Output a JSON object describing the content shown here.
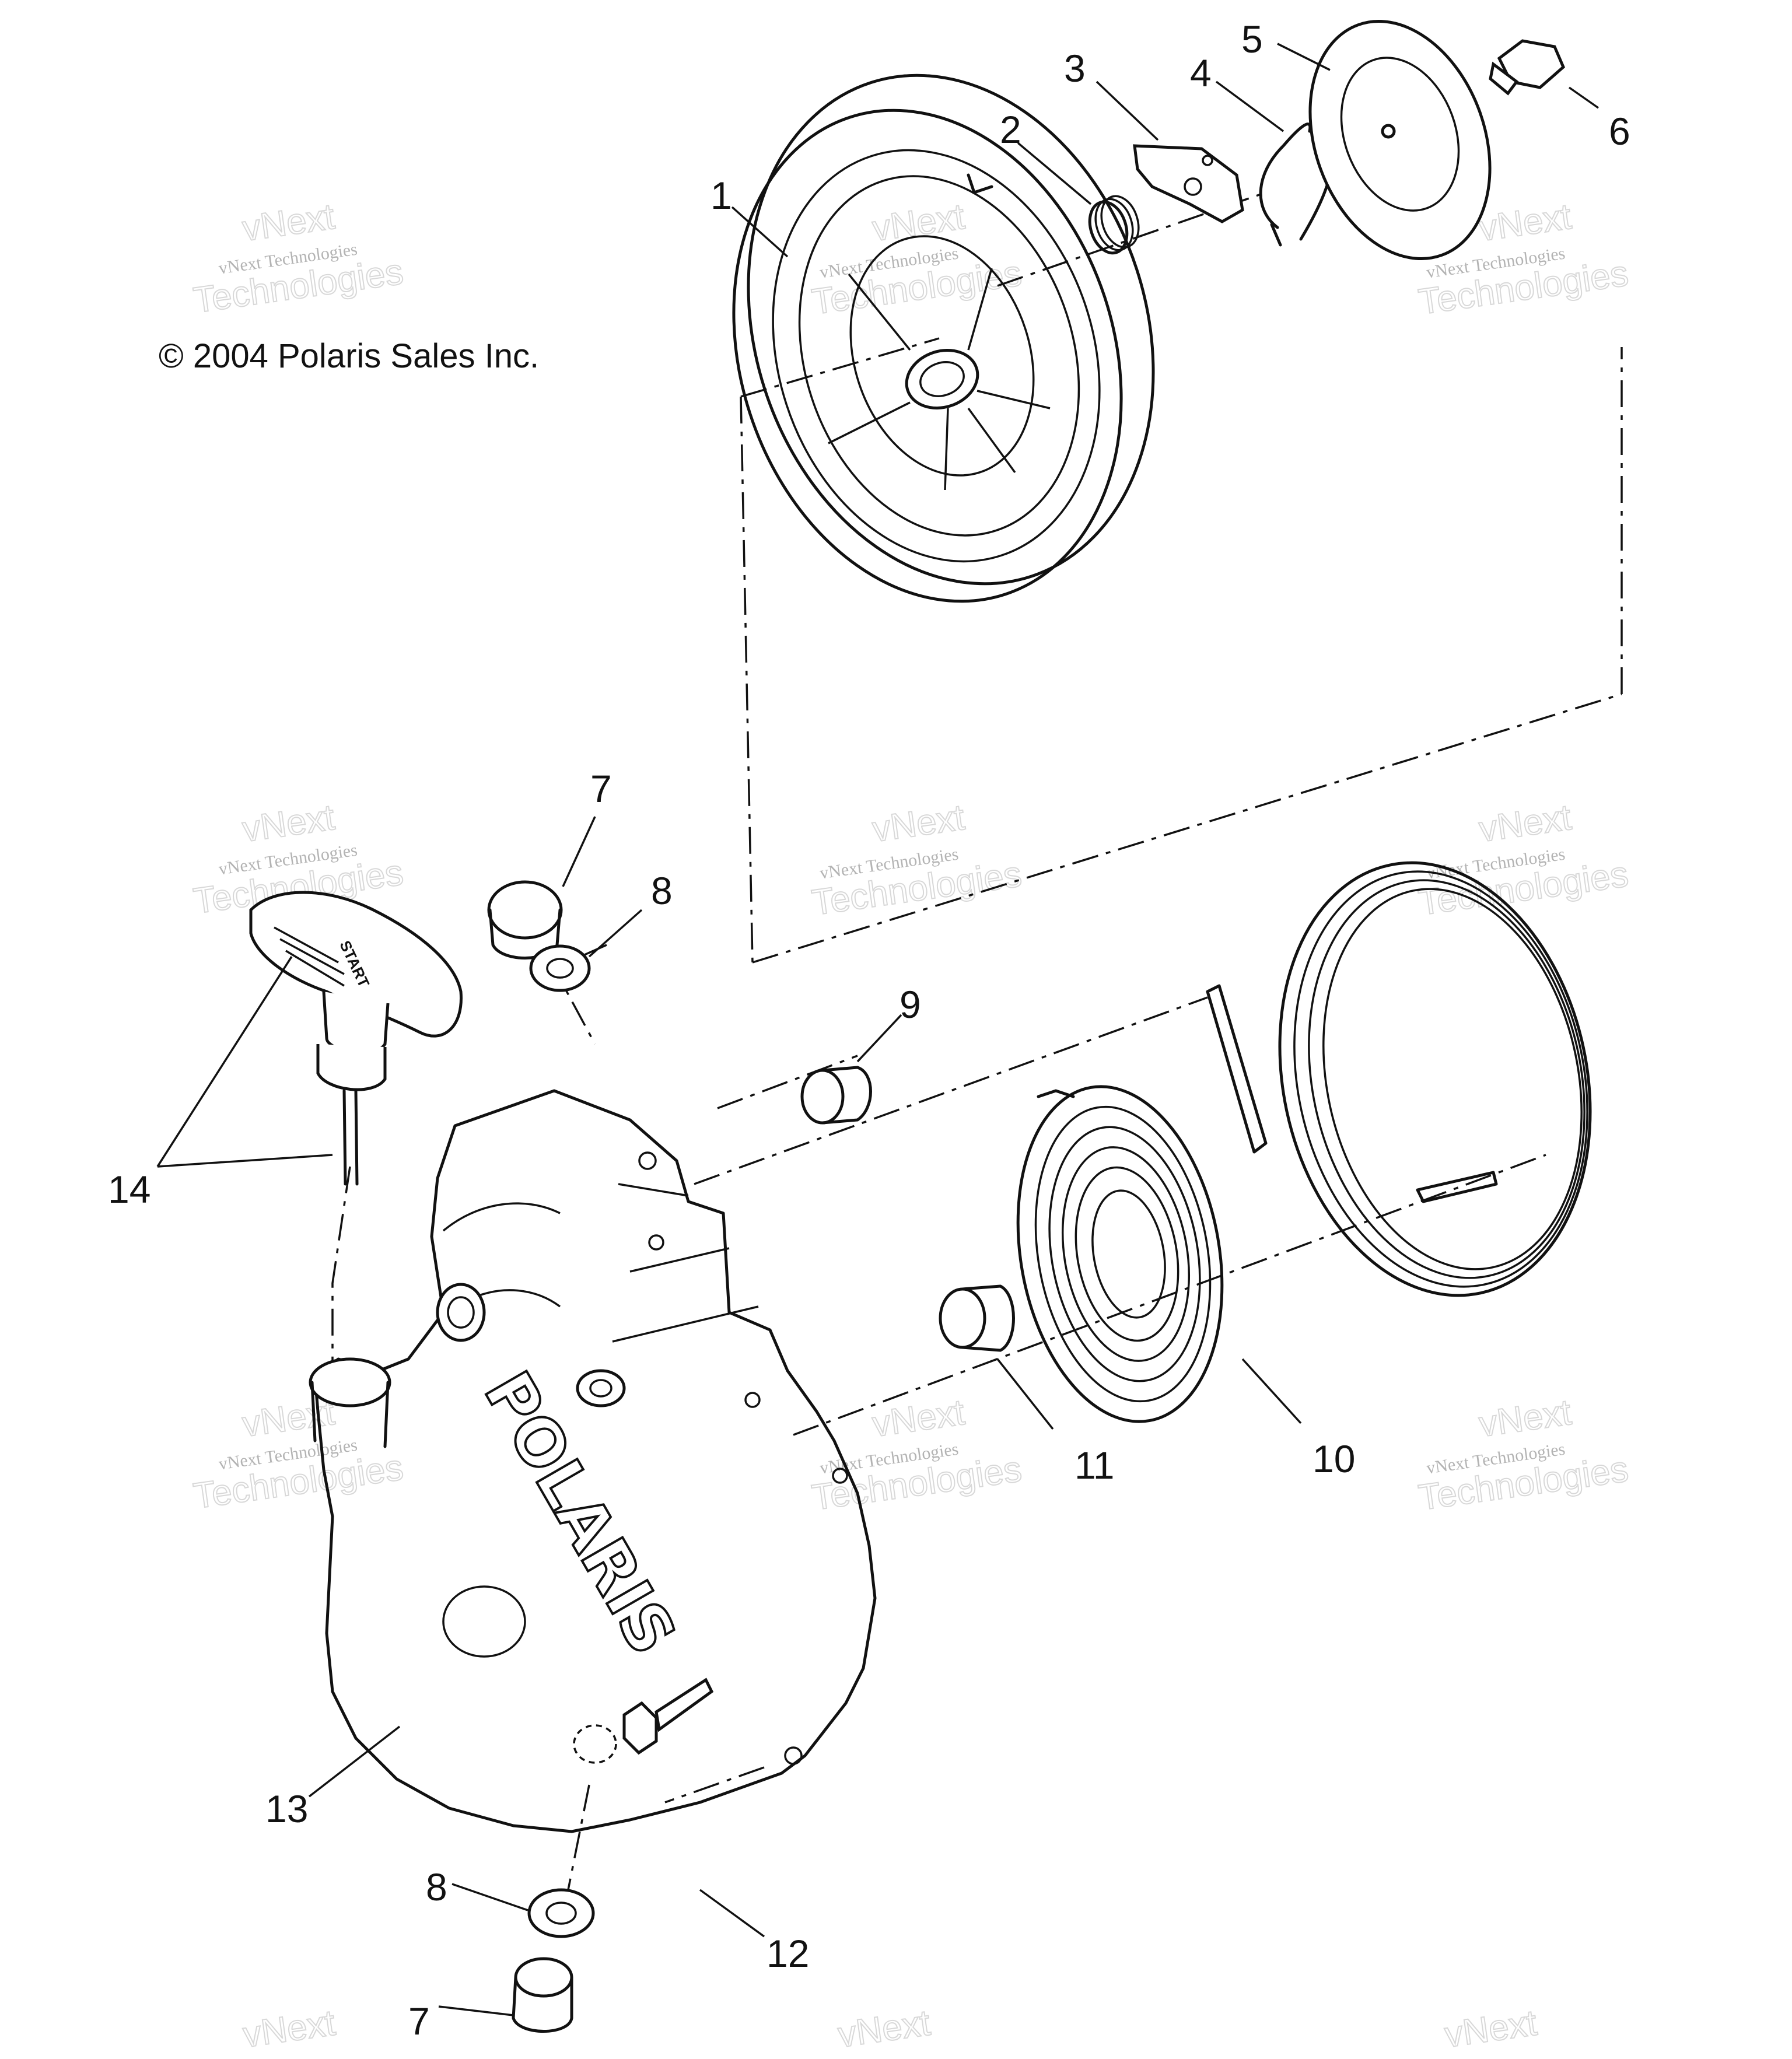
{
  "copyright": "© 2004 Polaris Sales Inc.",
  "watermark": {
    "line1": "vNext Technologies",
    "line2": "vNext",
    "line3": "Technologies"
  },
  "logo_text": "POLARIS",
  "handle_text": "START",
  "callouts": [
    "1",
    "2",
    "3",
    "4",
    "5",
    "6",
    "7",
    "8",
    "9",
    "10",
    "11",
    "12",
    "13",
    "14",
    "7",
    "8"
  ]
}
